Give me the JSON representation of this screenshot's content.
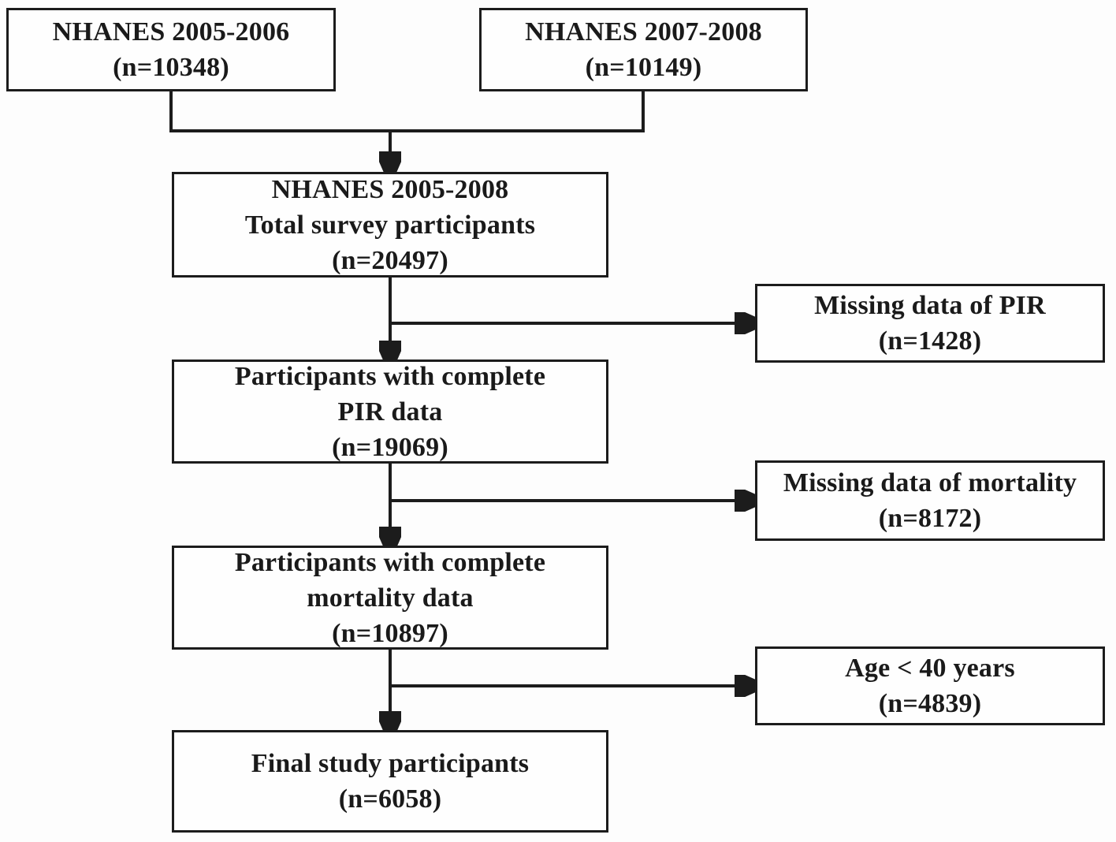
{
  "diagram": {
    "type": "flowchart",
    "boxes": {
      "nhanes_2005_2006": {
        "lines": [
          "NHANES 2005-2006",
          "(n=10348)"
        ]
      },
      "nhanes_2007_2008": {
        "lines": [
          "NHANES 2007-2008",
          "(n=10149)"
        ]
      },
      "total_survey": {
        "lines": [
          "NHANES 2005-2008",
          "Total survey participants",
          "(n=20497)"
        ]
      },
      "missing_pir": {
        "lines": [
          "Missing data of PIR",
          "(n=1428)"
        ]
      },
      "complete_pir": {
        "lines": [
          "Participants with complete",
          "PIR data",
          "(n=19069)"
        ]
      },
      "missing_mortality": {
        "lines": [
          "Missing data of mortality",
          "(n=8172)"
        ]
      },
      "complete_mortality": {
        "lines": [
          "Participants with complete",
          "mortality data",
          "(n=10897)"
        ]
      },
      "age_under_40": {
        "lines": [
          "Age < 40 years",
          "(n=4839)"
        ]
      },
      "final_study": {
        "lines": [
          "Final study participants",
          "(n=6058)"
        ]
      }
    },
    "colors": {
      "line": "#1c1c1c",
      "text": "#1a1a1a",
      "box_fill": "#fefefe",
      "background": "#fdfdfd"
    }
  }
}
